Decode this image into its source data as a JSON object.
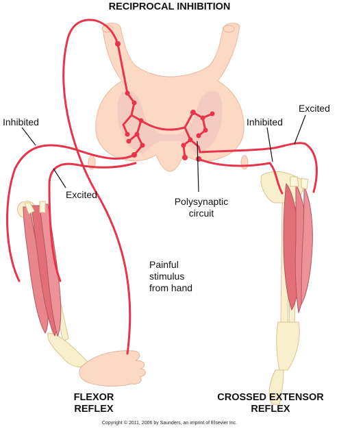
{
  "title": "RECIPROCAL INHIBITION",
  "labels": {
    "inhibited_left": "Inhibited",
    "excited_left": "Excited",
    "inhibited_right": "Inhibited",
    "excited_right": "Excited",
    "polysynaptic_line1": "Polysynaptic",
    "polysynaptic_line2": "circuit",
    "stimulus_line1": "Painful",
    "stimulus_line2": "stimulus",
    "stimulus_line3": "from hand"
  },
  "reflex_left": {
    "line1": "FLEXOR",
    "line2": "REFLEX"
  },
  "reflex_right": {
    "line1": "CROSSED EXTENSOR",
    "line2": "REFLEX"
  },
  "copyright": "Copyright © 2011, 2006 by Saunders, an imprint of Elsevier Inc.",
  "colors": {
    "nerve": "#e8344a",
    "spinal_cord": "#fbd9c4",
    "grey_matter": "#f2c9c0",
    "muscle": "#e9868c",
    "bone": "#f8efcd",
    "tendon": "#fbf5dc"
  }
}
